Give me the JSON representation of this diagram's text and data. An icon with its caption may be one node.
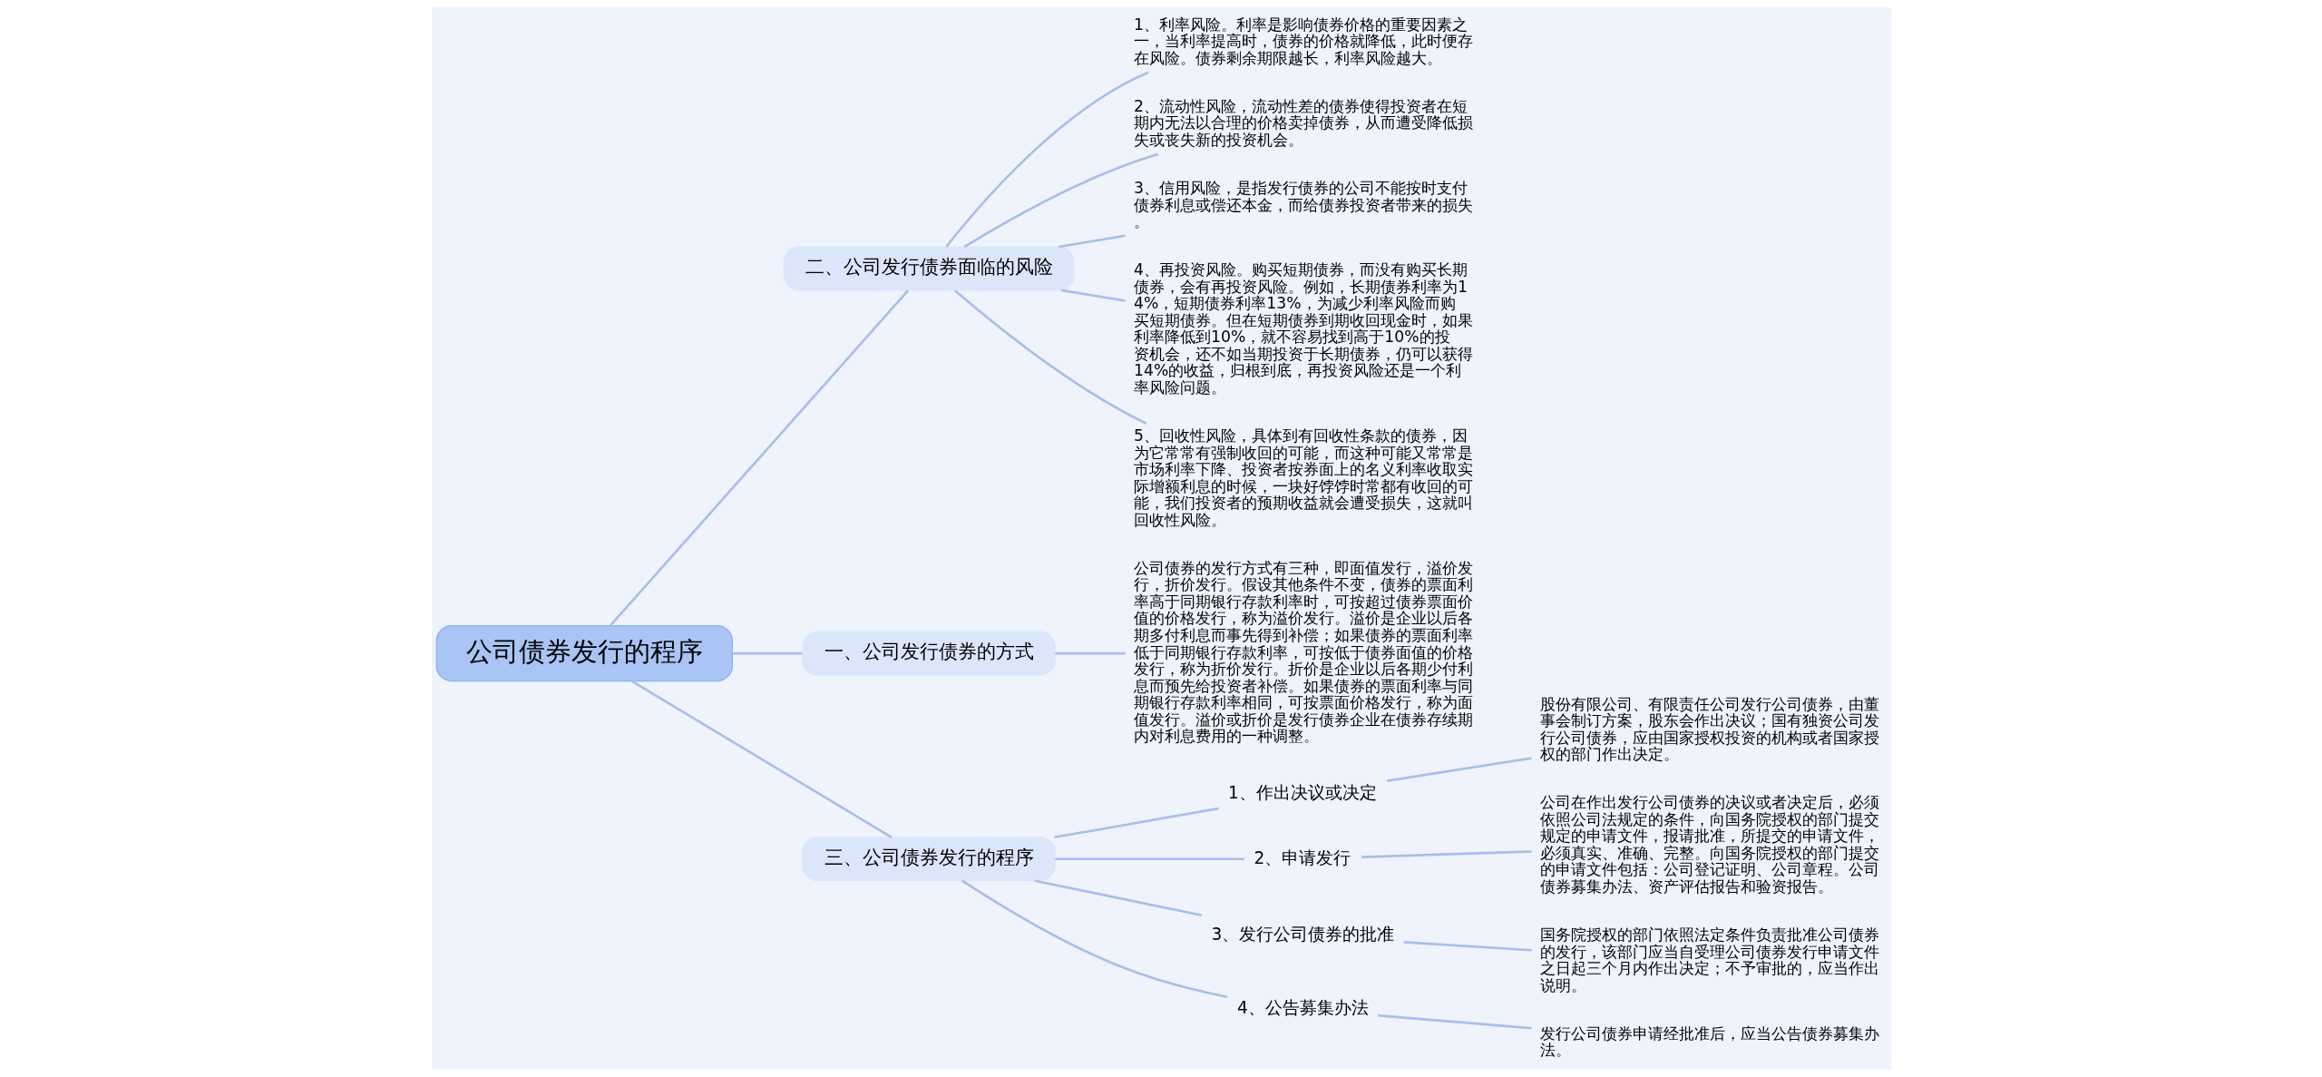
{
  "diagram": {
    "nodes": [
      {
        "text": [
          "公司债券发行的程序"
        ]
      },
      {
        "text": [
          "二、公司发行债券面临的风险"
        ]
      },
      {
        "text": [
          "1、利率风险。利率是影响债券价格的重要因素之一，当利率提高时，债券的价格就降低，此时便存在风险。债券剩余期限越长，利率风险越大。"
        ]
      },
      {
        "text": [
          "2、流动性风险，流动性差的债券使得投资者在短期内无法以合理的价格卖掉债券，从而遭受降低损失或丧失新的投资机会。"
        ]
      },
      {
        "text": [
          "3、信用风险，是指发行债券的公司不能按时支付债券利息或偿还本金，而给债券投资者带来的损失。"
        ]
      },
      {
        "text": [
          "4、再投资风险。购买短期债券，而没有购买长期债券，会有再投资风险。例如，长期债券利率为14%，短期债券利率13%，为减少利率风险而购买短期债券。但在短期债券到期收回现金时，如果利率降低到10%，就不容易找到高于10%的投资机会，还不如当期投资于长期债券，仍可以获得14%的收益，归根到底，再投资风险还是一个利率风险问题。"
        ]
      },
      {
        "text": [
          "5、回收性风险，具体到有回收性条款的债券，因为它常常有强制收回的可能，而这种可能又常常是市场利率下降、投资者按券面上的名义利率收取实际增额利息的时候，一块好饽饽时常都有收回的可能，我们投资者的预期收益就会遭受损失，这就叫回收性风险。"
        ]
      },
      {
        "text": [
          "一、公司发行债券的方式"
        ]
      },
      {
        "text": [
          "公司债券的发行方式有三种，即面值发行，溢价发行，折价发行。假设其他条件不变，债券的票面利率高于同期银行存款利率时，可按超过债券票面价值的价格发行，称为溢价发行。溢价是企业以后各期多付利息而事先得到补偿；如果债券的票面利率低于同期银行存款利率，可按低于债券面值的价格发行，称为折价发行。折价是企业以后各期少付利息而预先给投资者补偿。如果债券的票面利率与同期银行存款利率相同，可按票面价格发行，称为面值发行。溢价或折价是发行债券企业在债券存续期内对利息费用的一种调整。"
        ]
      },
      {
        "text": [
          "三、公司债券发行的程序"
        ]
      },
      {
        "text": [
          "1、作出决议或决定"
        ]
      },
      {
        "text": [
          "股份有限公司、有限责任公司发行公司债券，由董事会制订方案，股东会作出决议；国有独资公司发行公司债券，应由国家授权投资的机构或者国家授权的部门作出决定。"
        ]
      },
      {
        "text": [
          "2、申请发行"
        ]
      },
      {
        "text": [
          "公司在作出发行公司债券的决议或者决定后，必须依照公司法规定的条件，向国务院授权的部门提交规定的申请文件，报请批准，所提交的申请文件，必须真实、准确、完整。向国务院授权的部门提交的申请文件包括：公司登记证明、公司章程。公司债券募集办法、资产评估报告和验资报告。"
        ]
      },
      {
        "text": [
          "3、发行公司债券的批准"
        ]
      },
      {
        "text": [
          "国务院授权的部门依照法定条件负责批准公司债券的发行，该部门应当自受理公司债券发行申请文件之日起三个月内作出决定；不予审批的，应当作出说明。"
        ]
      },
      {
        "text": [
          "4、公告募集办法"
        ]
      },
      {
        "text": [
          "发行公司债券申请经批准后，应当公告债券募集办法。"
        ]
      }
    ],
    "edges": [
      {
        "from": 0,
        "to": 1,
        "arrow": "none"
      },
      {
        "from": 1,
        "to": 2,
        "arrow": "none"
      },
      {
        "from": 1,
        "to": 3,
        "arrow": "none"
      },
      {
        "from": 1,
        "to": 4,
        "arrow": "none"
      },
      {
        "from": 1,
        "to": 5,
        "arrow": "none"
      },
      {
        "from": 1,
        "to": 6,
        "arrow": "none"
      },
      {
        "from": 0,
        "to": 7,
        "arrow": "none"
      },
      {
        "from": 7,
        "to": 8,
        "arrow": "none"
      },
      {
        "from": 0,
        "to": 9,
        "arrow": "none"
      },
      {
        "from": 9,
        "to": 10,
        "arrow": "none"
      },
      {
        "from": 10,
        "to": 11,
        "arrow": "none"
      },
      {
        "from": 9,
        "to": 12,
        "arrow": "none"
      },
      {
        "from": 12,
        "to": 13,
        "arrow": "none"
      },
      {
        "from": 9,
        "to": 14,
        "arrow": "none"
      },
      {
        "from": 14,
        "to": 15,
        "arrow": "none"
      },
      {
        "from": 9,
        "to": 16,
        "arrow": "none"
      },
      {
        "from": 16,
        "to": 17,
        "arrow": "none"
      }
    ]
  }
}
